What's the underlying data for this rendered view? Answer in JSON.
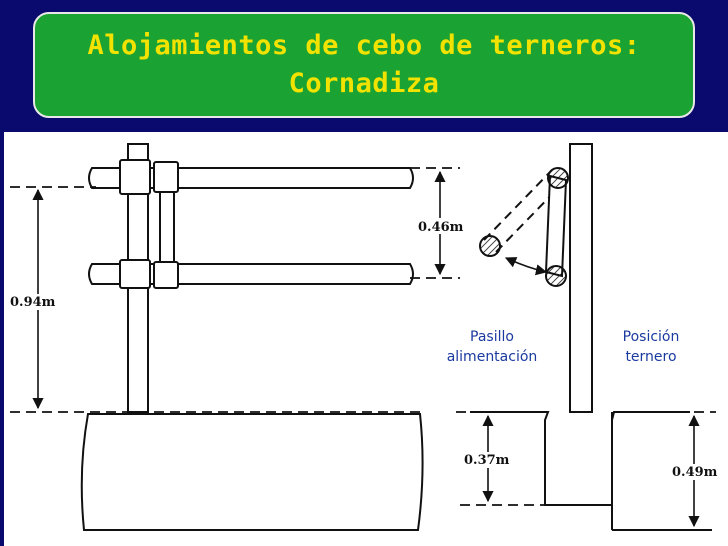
{
  "slide": {
    "title_line1": "Alojamientos de cebo de terneros:",
    "title_line2": "Cornadiza"
  },
  "diagram": {
    "dimensions": {
      "height_total": "0.94m",
      "rail_spacing": "0.46m",
      "aisle_depth": "0.37m",
      "stall_depth": "0.49m"
    },
    "labels": {
      "feed_aisle_line1": "Pasillo",
      "feed_aisle_line2": "alimentación",
      "calf_position_line1": "Posición",
      "calf_position_line2": "ternero"
    }
  },
  "colors": {
    "background": "#0a0a6e",
    "title_box": "#1aa232",
    "title_text": "#f2e200",
    "label_text": "#1a3aa0"
  }
}
